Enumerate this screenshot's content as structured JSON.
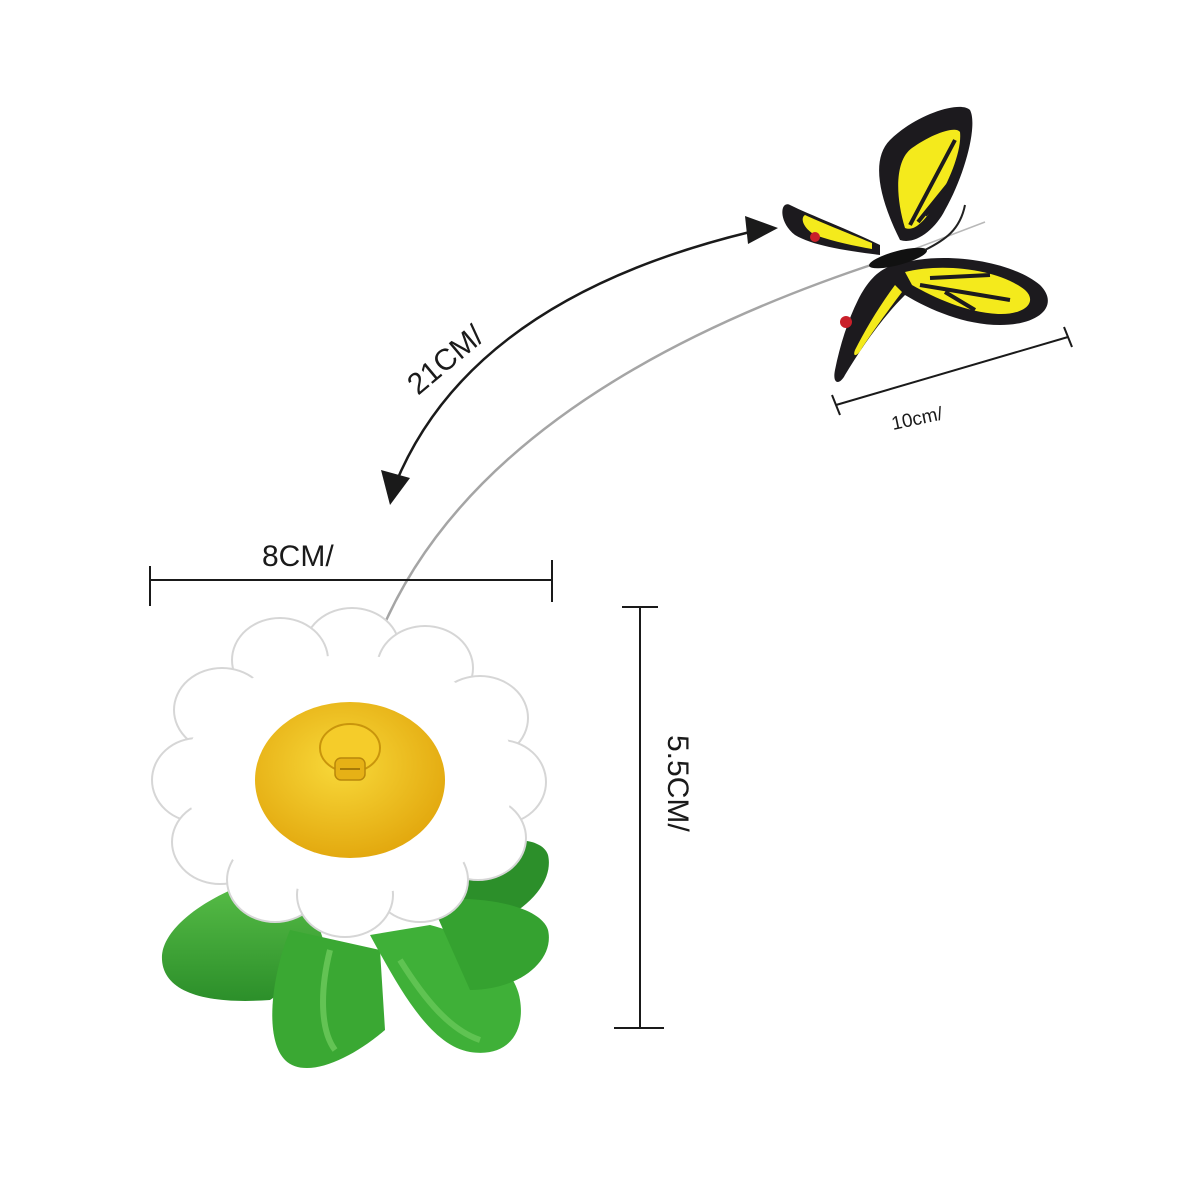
{
  "dimensions": {
    "arc_length": "21CM/",
    "butterfly_width": "10cm/",
    "base_width": "8CM/",
    "height": "5.5CM/"
  },
  "colors": {
    "background": "#ffffff",
    "dimension_line": "#1a1a1a",
    "petal": "#ffffff",
    "petal_outline": "#d8d8d8",
    "flower_center": "#f2c21b",
    "leaf": "#3aa833",
    "leaf_dark": "#247a22",
    "butterfly_yellow": "#f4ea1c",
    "butterfly_black": "#1c1a1e",
    "butterfly_red": "#c9202a",
    "wire": "#9a9a9a"
  },
  "icons": {
    "product": "flower-base-icon",
    "toy": "butterfly-icon"
  }
}
